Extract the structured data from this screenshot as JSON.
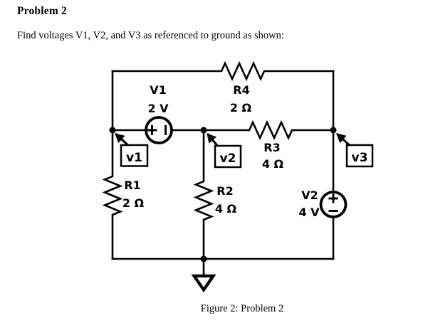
{
  "colors": {
    "ink": "#000000",
    "paper": "#ffffff"
  },
  "document": {
    "title": "Problem 2",
    "prompt": "Find voltages V1, V2, and V3 as referenced to ground as shown:",
    "figure_caption": "Figure 2: Problem 2"
  },
  "circuit": {
    "sources": [
      {
        "name": "V1",
        "value": "2 V",
        "orientation": "horizontal",
        "plus_terminal": "left"
      },
      {
        "name": "V2",
        "value": "4 V",
        "orientation": "vertical",
        "plus_terminal": "top"
      }
    ],
    "resistors": [
      {
        "name": "R1",
        "value": "2 Ω"
      },
      {
        "name": "R2",
        "value": "4 Ω"
      },
      {
        "name": "R3",
        "value": "4 Ω"
      },
      {
        "name": "R4",
        "value": "2 Ω"
      }
    ],
    "node_labels": [
      "v1",
      "v2",
      "v3"
    ],
    "icons": {
      "ground": "ground-icon",
      "node": "node-dot",
      "pointer": "arrow-to-node"
    }
  }
}
